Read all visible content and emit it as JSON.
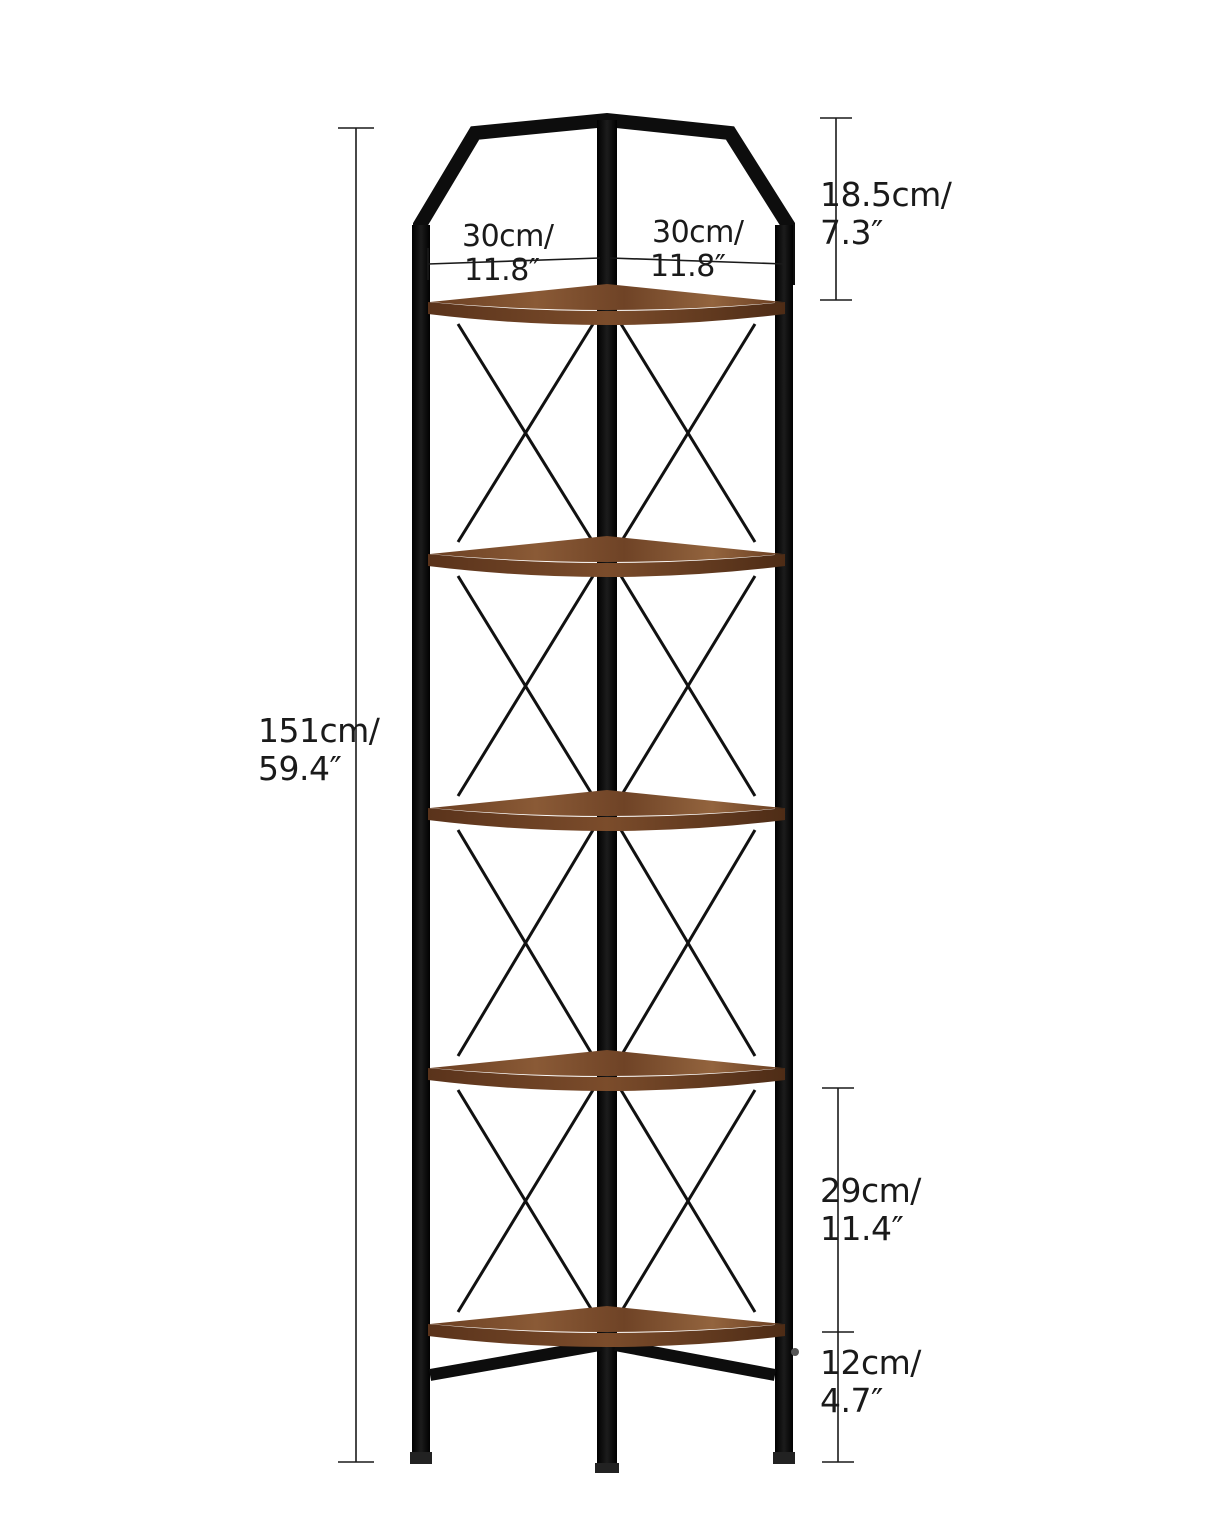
{
  "product": {
    "frame_color": "#0d0d0d",
    "shelf_color": "#7a4a2a",
    "shelf_edge_color": "#5a341c",
    "shelf_count": 5
  },
  "dimensions": {
    "total_height": {
      "metric": "151cm/",
      "imperial": "59.4″"
    },
    "top_section_height": {
      "metric": "18.5cm/",
      "imperial": "7.3″"
    },
    "shelf_depth_left": {
      "metric": "30cm/",
      "imperial": "11.8″"
    },
    "shelf_depth_right": {
      "metric": "30cm/",
      "imperial": "11.8″"
    },
    "shelf_spacing": {
      "metric": "29cm/",
      "imperial": "11.4″"
    },
    "bottom_clearance": {
      "metric": "12cm/",
      "imperial": "4.7″"
    }
  }
}
